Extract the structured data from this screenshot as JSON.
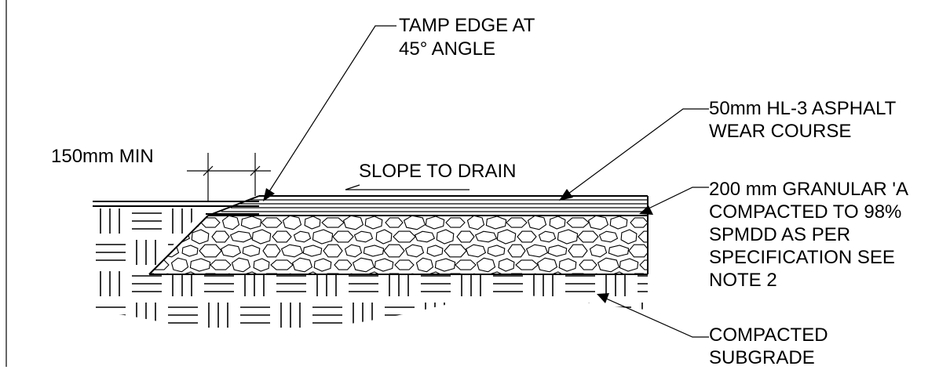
{
  "labels": {
    "tamp_line1": "TAMP EDGE AT",
    "tamp_line2": "45° ANGLE",
    "asphalt_line1": "50mm HL-3 ASPHALT",
    "asphalt_line2": "WEAR COURSE",
    "granular_line1": "200 mm GRANULAR 'A",
    "granular_line2": "COMPACTED TO 98%",
    "granular_line3": "SPMDD AS PER",
    "granular_line4": "SPECIFICATION SEE",
    "granular_line5": "NOTE 2",
    "subgrade_line1": "COMPACTED",
    "subgrade_line2": "SUBGRADE",
    "min_dim": "150mm MIN",
    "slope": "SLOPE TO DRAIN"
  },
  "colors": {
    "ink": "#000000",
    "paper": "#ffffff"
  }
}
